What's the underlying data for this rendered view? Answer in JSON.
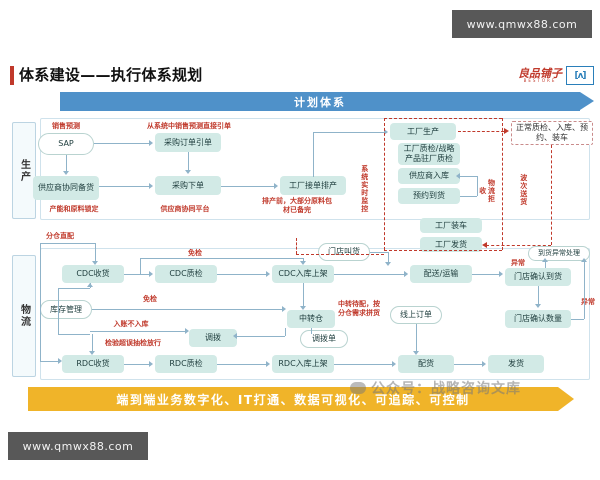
{
  "watermarks": {
    "top": "www.qmwx88.com",
    "bottom": "www.qmwx88.com",
    "wechat": "公众号：战略咨询文库"
  },
  "header": {
    "title": "体系建设——执行体系规划",
    "logo_cn": "良品铺子",
    "logo_en": "BESTORE",
    "logo_mark": "[ʌ]"
  },
  "banner": {
    "text": "计划体系"
  },
  "footer_banner": {
    "text": "端到端业务数字化、IT打通、数据可视化、可追踪、可控制"
  },
  "rails": [
    {
      "label": "生产"
    },
    {
      "label": "物流"
    }
  ],
  "production": {
    "nodes": [
      {
        "id": "sap",
        "label": "SAP"
      },
      {
        "id": "supplier_prep",
        "label": "供应商协同备货"
      },
      {
        "id": "po_draw",
        "label": "采购订单引单"
      },
      {
        "id": "po_place",
        "label": "采购下单"
      },
      {
        "id": "factory_sched",
        "label": "工厂接单排产"
      },
      {
        "id": "factory_prod",
        "label": "工厂生产"
      },
      {
        "id": "factory_qc",
        "label": "工厂质检/战略产品驻厂质检"
      },
      {
        "id": "supplier_in",
        "label": "供应商入库"
      },
      {
        "id": "appointment",
        "label": "预约到货"
      },
      {
        "id": "factory_load",
        "label": "工厂装车"
      },
      {
        "id": "factory_ship",
        "label": "工厂发货"
      },
      {
        "id": "normal_qc",
        "label": "正常质检、入库、预约、装车"
      }
    ],
    "annotations": [
      {
        "id": "sales_forecast",
        "label": "销售预测"
      },
      {
        "id": "from_system",
        "label": "从系统中销售预测直接引单"
      },
      {
        "id": "capacity_lock",
        "label": "产能和原料锁定"
      },
      {
        "id": "supplier_platform",
        "label": "供应商协同平台"
      },
      {
        "id": "before_prod",
        "label": "排产前，大部分原料包材已备完"
      },
      {
        "id": "realtime_monitor",
        "label": "系统实时监控"
      },
      {
        "id": "wave_delivery",
        "label": "波次送货"
      },
      {
        "id": "logistics_reject",
        "label": "物流拒收"
      }
    ]
  },
  "logistics": {
    "nodes": [
      {
        "id": "cdc_receive",
        "label": "CDC收货"
      },
      {
        "id": "cdc_qc",
        "label": "CDC质检"
      },
      {
        "id": "cdc_shelf",
        "label": "CDC入库上架"
      },
      {
        "id": "inventory_mgmt",
        "label": "库存管理"
      },
      {
        "id": "transit_wh",
        "label": "中转仓"
      },
      {
        "id": "transfer",
        "label": "调拨"
      },
      {
        "id": "transfer_order",
        "label": "调拨单"
      },
      {
        "id": "rdc_receive",
        "label": "RDC收货"
      },
      {
        "id": "rdc_qc",
        "label": "RDC质检"
      },
      {
        "id": "rdc_shelf",
        "label": "RDC入库上架"
      },
      {
        "id": "store_call",
        "label": "门店叫货"
      },
      {
        "id": "delivery_transport",
        "label": "配送/运输"
      },
      {
        "id": "online_order",
        "label": "线上订单"
      },
      {
        "id": "picking",
        "label": "配货"
      },
      {
        "id": "shipping",
        "label": "发货"
      },
      {
        "id": "store_confirm_arrival",
        "label": "门店确认到货"
      },
      {
        "id": "store_confirm_qty",
        "label": "门店确认数量"
      },
      {
        "id": "arrival_exception",
        "label": "到货异常处理"
      }
    ],
    "annotations": [
      {
        "id": "direct_allocation",
        "label": "分仓直配"
      },
      {
        "id": "exempt_1",
        "label": "免检"
      },
      {
        "id": "exempt_2",
        "label": "免检"
      },
      {
        "id": "book_no_stock",
        "label": "入账不入库"
      },
      {
        "id": "inspect_fail",
        "label": "检验超误抽检放行"
      },
      {
        "id": "transit_pending",
        "label": "中转待配，按分仓需求拼货"
      },
      {
        "id": "exception_1",
        "label": "异常"
      },
      {
        "id": "exception_2",
        "label": "异常"
      },
      {
        "id": "arrival_exception_label",
        "label": "到货异常处理"
      }
    ]
  },
  "colors": {
    "node": "#d2eae6",
    "banner_blue": "#4f91c9",
    "banner_yellow": "#f0b429",
    "accent_red": "#c0392b",
    "line": "#8fb3c9"
  }
}
